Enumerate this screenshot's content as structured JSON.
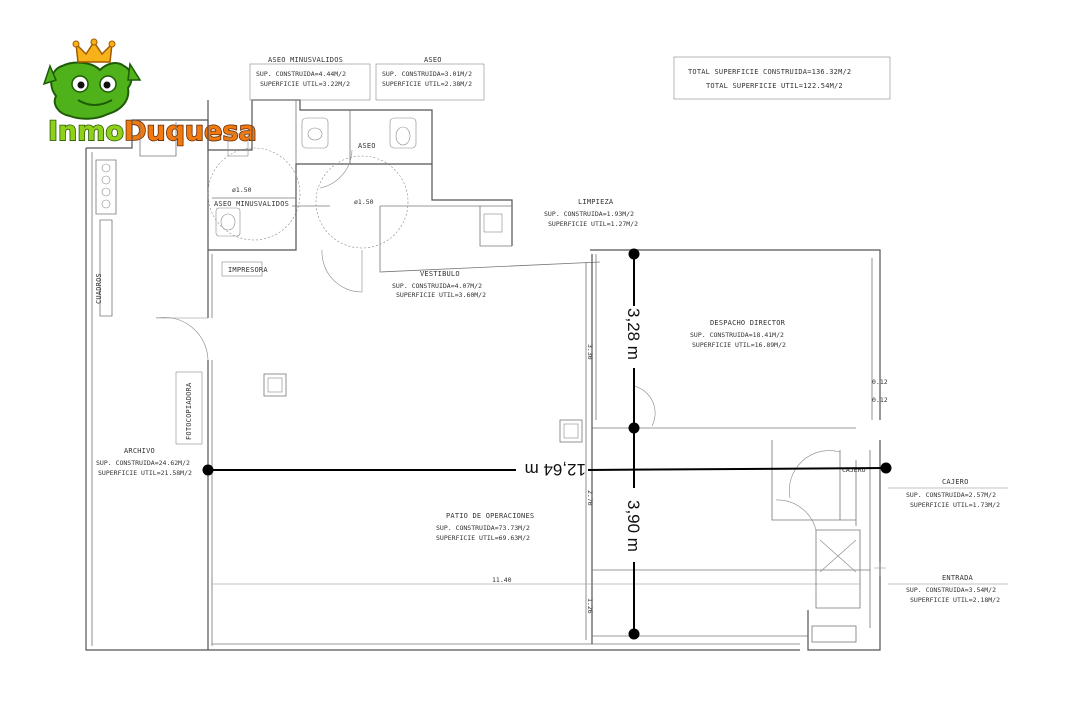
{
  "logo": {
    "part1": "Inmo",
    "part2": "Duquesa"
  },
  "totals": {
    "construida": "TOTAL SUPERFICIE CONSTRUIDA=136.32M/2",
    "util": "TOTAL SUPERFICIE UTIL=122.54M/2"
  },
  "rooms": {
    "aseo_minus_top": {
      "name": "ASEO MINUSVALIDOS",
      "construida": "SUP. CONSTRUIDA=4.44M/2",
      "util": "SUPERFICIE UTIL=3.22M/2"
    },
    "aseo_top": {
      "name": "ASEO",
      "construida": "SUP. CONSTRUIDA=3.01M/2",
      "util": "SUPERFICIE UTIL=2.38M/2"
    },
    "limpieza": {
      "name": "LIMPIEZA",
      "construida": "SUP. CONSTRUIDA=1.93M/2",
      "util": "SUPERFICIE UTIL=1.27M/2"
    },
    "vestibulo": {
      "name": "VESTIBULO",
      "construida": "SUP. CONSTRUIDA=4.07M/2",
      "util": "SUPERFICIE UTIL=3.60M/2"
    },
    "despacho": {
      "name": "DESPACHO DIRECTOR",
      "construida": "SUP. CONSTRUIDA=18.41M/2",
      "util": "SUPERFICIE UTIL=16.89M/2"
    },
    "archivo": {
      "name": "ARCHIVO",
      "construida": "SUP. CONSTRUIDA=24.62M/2",
      "util": "SUPERFICIE UTIL=21.58M/2"
    },
    "patio": {
      "name": "PATIO DE OPERACIONES",
      "construida": "SUP. CONSTRUIDA=73.73M/2",
      "util": "SUPERFICIE UTIL=69.63M/2"
    },
    "cajero": {
      "name": "CAJERO",
      "construida": "SUP. CONSTRUIDA=2.57M/2",
      "util": "SUPERFICIE UTIL=1.73M/2"
    },
    "entrada": {
      "name": "ENTRADA",
      "construida": "SUP. CONSTRUIDA=3.54M/2",
      "util": "SUPERFICIE UTIL=2.18M/2"
    }
  },
  "labels": {
    "aseo_inner": "ASEO",
    "aseo_minus_inner": "ASEO MINUSVALIDOS",
    "impresora": "IMPRESORA",
    "fotocopiadora": "FOTOCOPIADORA",
    "cuadros": "CUADROS"
  },
  "plan_dims": {
    "d_150": "ø1.50",
    "d_150b": "ø1.50",
    "d_330": "3.30",
    "d_270": "2.70",
    "d_126": "1.26",
    "d_1140": "11.40",
    "d_012a": "0.12",
    "d_012b": "0.12",
    "d_cajero": "CAJERO"
  },
  "measurements": {
    "vertical_top": "3,28 m",
    "vertical_bottom": "3,90 m",
    "horizontal": "12,64 m"
  }
}
